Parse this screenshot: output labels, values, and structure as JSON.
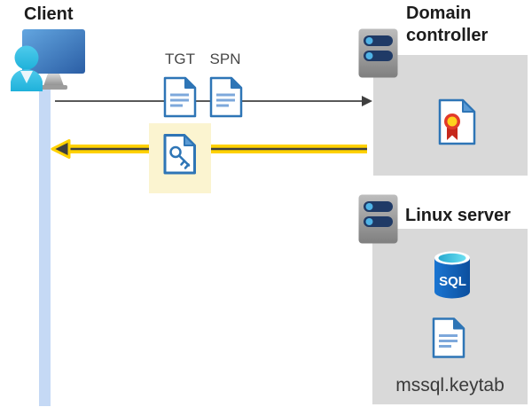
{
  "diagram": {
    "client": {
      "label": "Client"
    },
    "tickets": {
      "tgt_label": "TGT",
      "spn_label": "SPN"
    },
    "domain_controller": {
      "label": "Domain controller"
    },
    "linux_server": {
      "label": "Linux server",
      "sql_label": "SQL",
      "keytab_label": "mssql.keytab"
    },
    "colors": {
      "highlight_yellow": "#ffd100",
      "pale_yellow_box": "#fbf4d0",
      "doc_blue": "#2e75b6",
      "box_gray": "#d9d9d9",
      "timeline_blue": "#c5d9f5",
      "person_cyan": "#35c0e4",
      "arrow_gray": "#595959"
    }
  }
}
